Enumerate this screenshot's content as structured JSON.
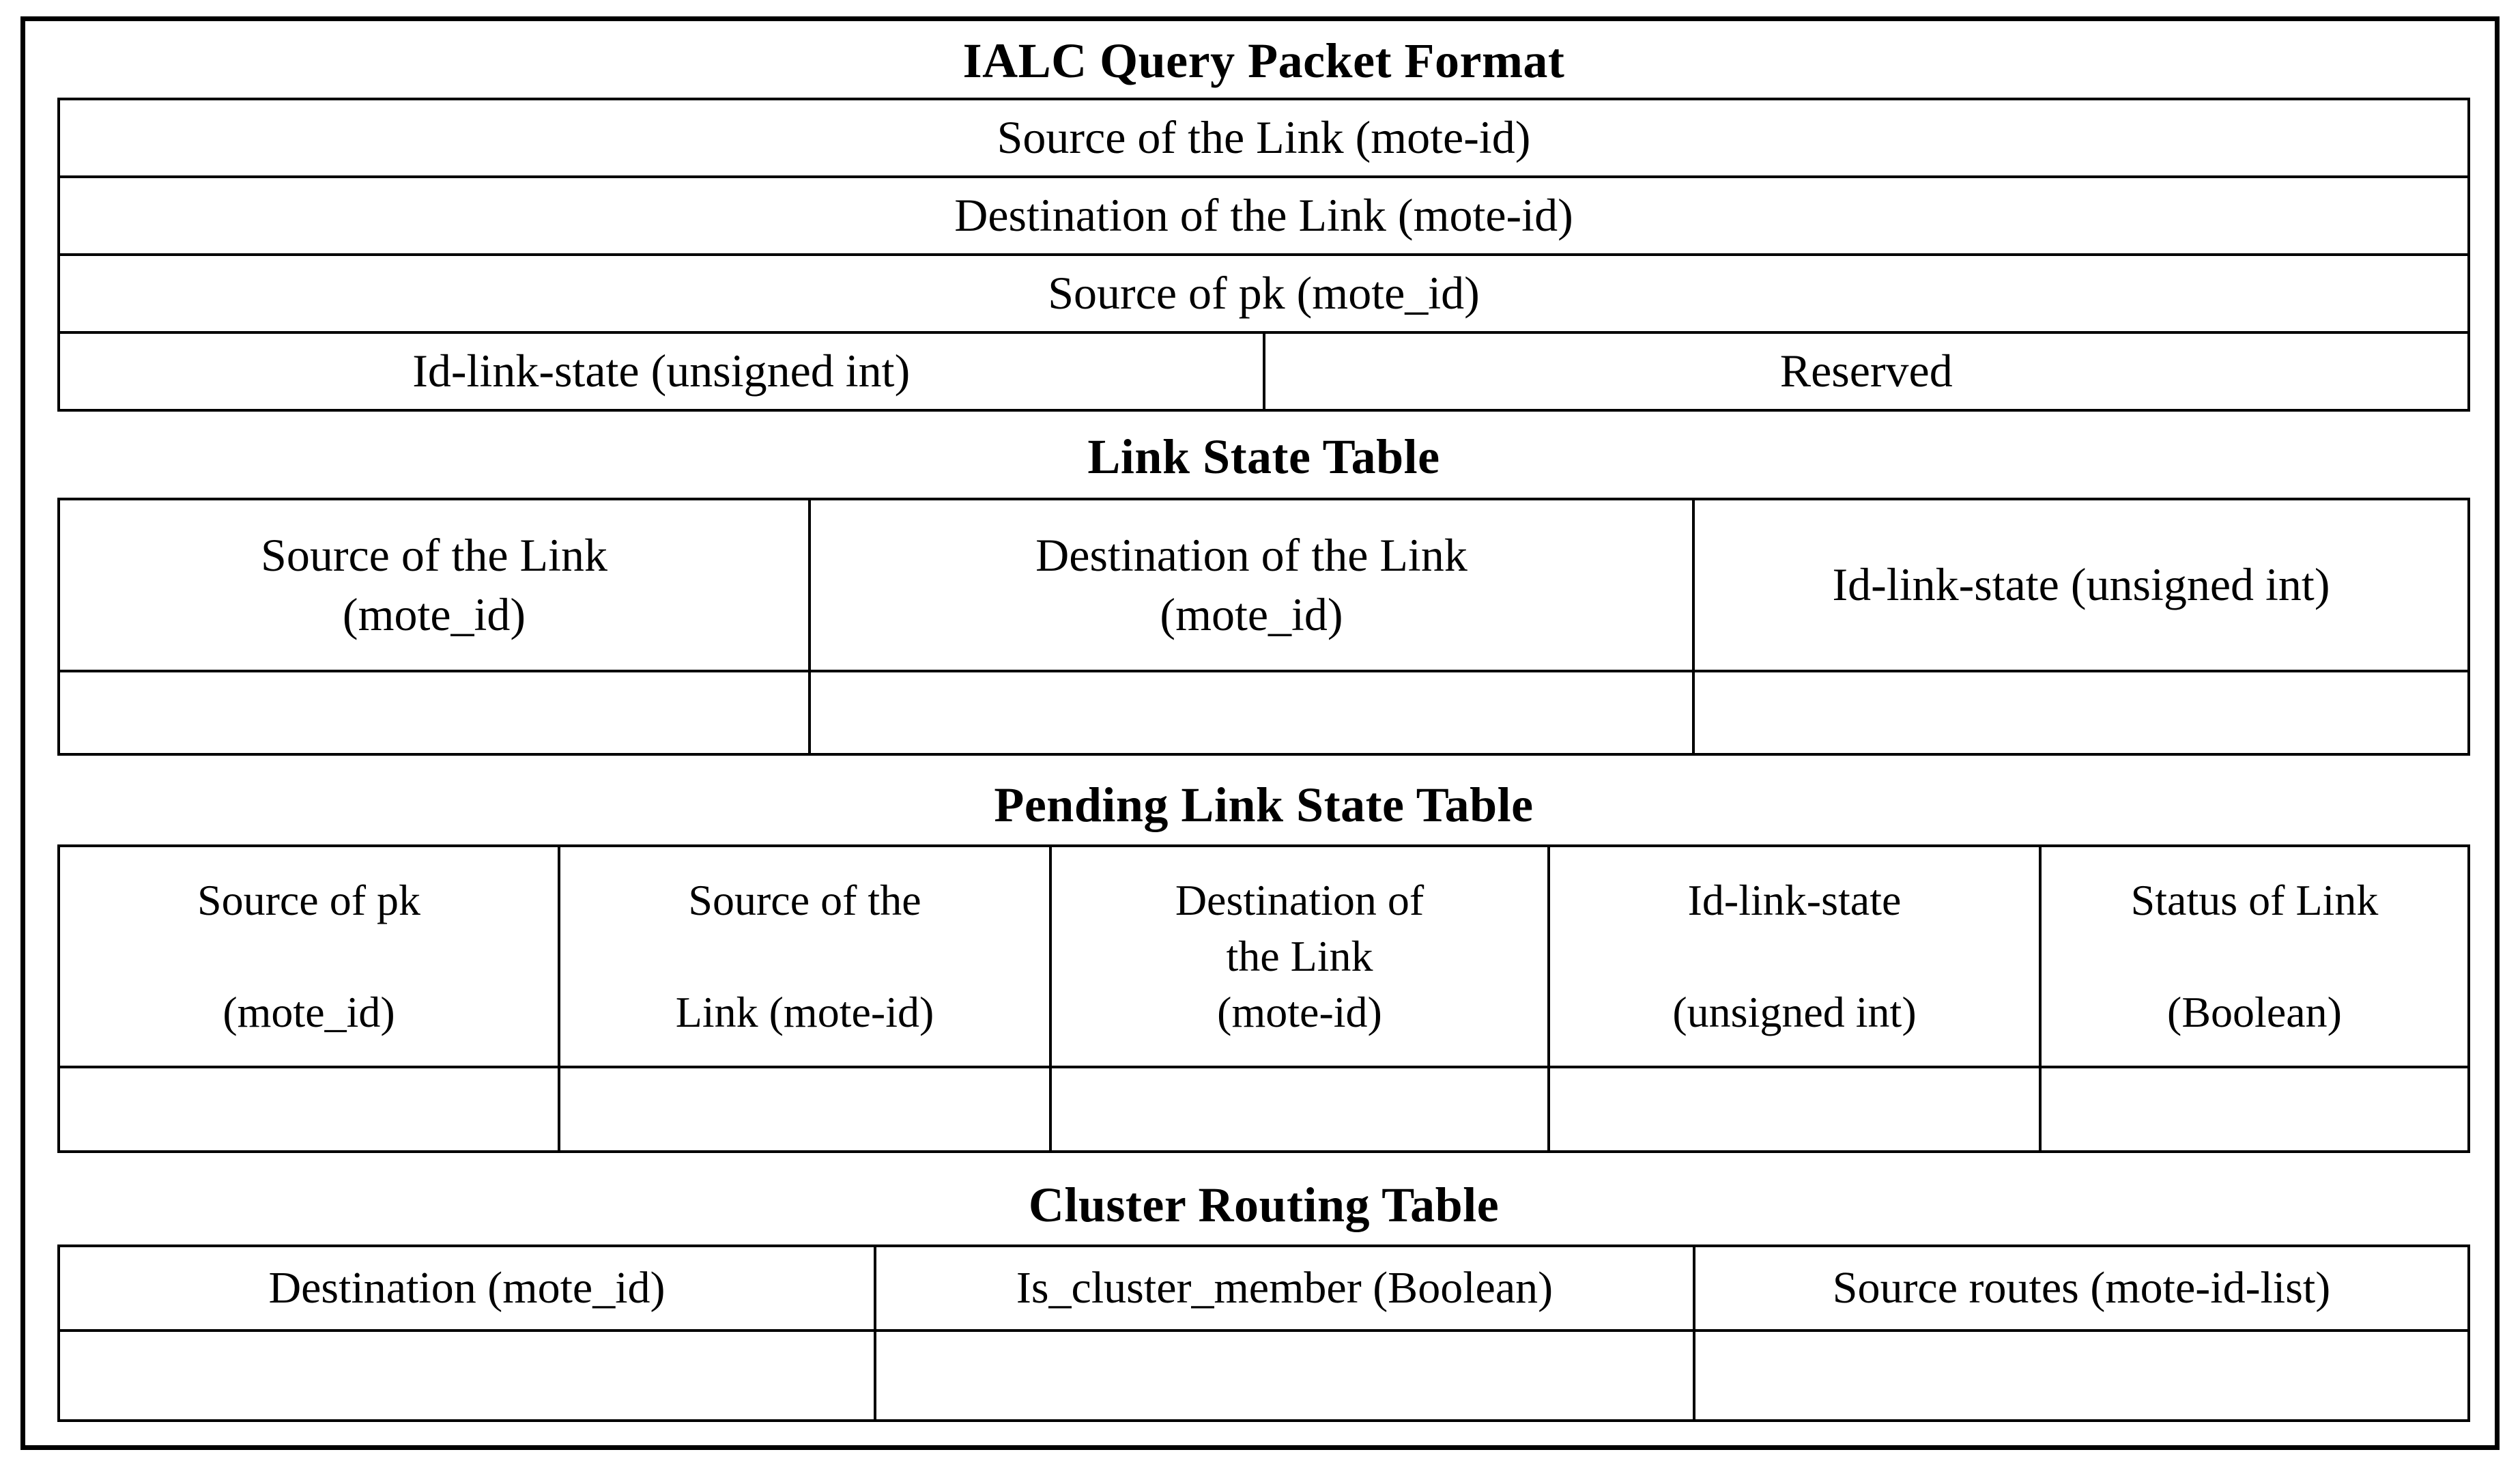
{
  "document": {
    "packet_format": {
      "title": "IALC Query Packet Format",
      "rows": [
        {
          "cells": [
            {
              "text": "Source of the Link (mote-id)",
              "span": 2
            }
          ]
        },
        {
          "cells": [
            {
              "text": "Destination of the Link (mote-id)",
              "span": 2
            }
          ]
        },
        {
          "cells": [
            {
              "text": "Source of pk (mote_id)",
              "span": 2
            }
          ]
        },
        {
          "cells": [
            {
              "text": "Id-link-state (unsigned int)",
              "span": 1
            },
            {
              "text": "Reserved",
              "span": 1
            }
          ]
        }
      ]
    },
    "link_state_table": {
      "title": "Link State Table",
      "headers": [
        "Source of the Link\n(mote_id)",
        "Destination of the Link\n(mote_id)",
        "Id-link-state (unsigned int)"
      ],
      "header_lines": [
        [
          "Source of the Link",
          "(mote_id)"
        ],
        [
          "Destination of the Link",
          "(mote_id)"
        ],
        [
          "Id-link-state (unsigned int)",
          ""
        ]
      ],
      "body_rows": [
        [
          "",
          "",
          ""
        ]
      ]
    },
    "pending_link_state_table": {
      "title": "Pending Link State Table",
      "header_lines": [
        [
          "Source of pk",
          "(mote_id)",
          ""
        ],
        [
          "Source of the",
          "Link (mote-id)",
          ""
        ],
        [
          "Destination of",
          "the Link",
          "(mote-id)"
        ],
        [
          "Id-link-state",
          "(unsigned int)",
          ""
        ],
        [
          "Status of Link",
          "(Boolean)",
          ""
        ]
      ],
      "body_rows": [
        [
          "",
          "",
          "",
          "",
          ""
        ]
      ]
    },
    "cluster_routing_table": {
      "title": "Cluster Routing Table",
      "headers": [
        "Destination (mote_id)",
        "Is_cluster_member (Boolean)",
        "Source routes (mote-id-list)"
      ],
      "body_rows": [
        [
          "",
          "",
          ""
        ]
      ]
    }
  },
  "colors": {
    "border": "#000000",
    "text": "#000000",
    "background": "#ffffff"
  }
}
